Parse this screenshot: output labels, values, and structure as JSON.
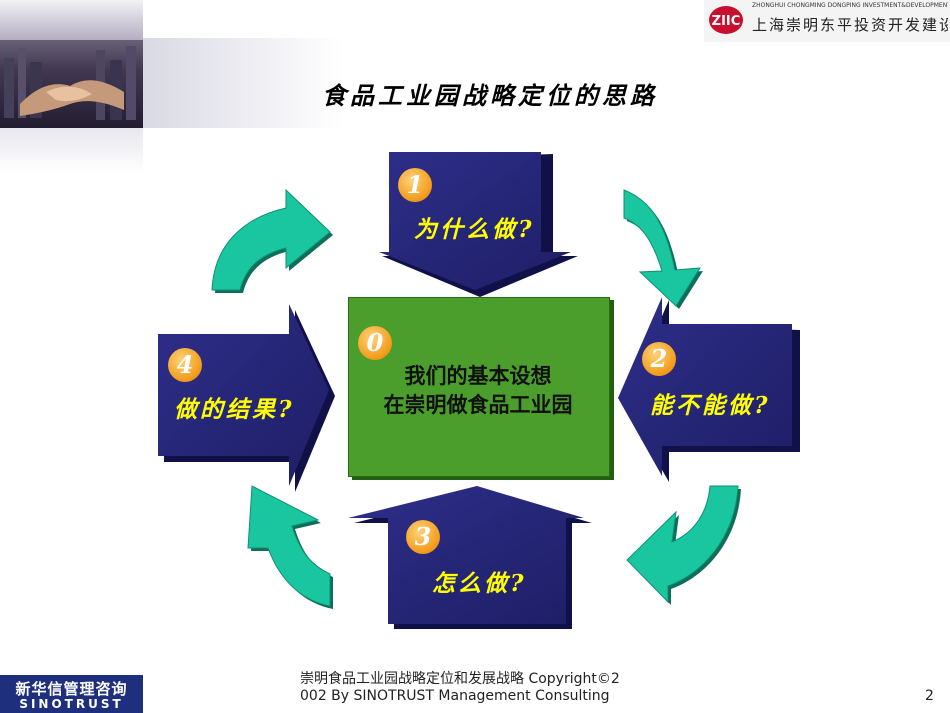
{
  "slide": {
    "title": "食品工业园战略定位的思路",
    "page_number": "2"
  },
  "header": {
    "logo_mark": "ZIIC",
    "logo_english": "ZHONGHUI CHONGMING DONGPING INVESTMENT&DEVELOPMENT CO.,LTD",
    "logo_chinese": "上海崇明东平投资开发建设公司"
  },
  "center": {
    "number": "0",
    "line1": "我们的基本设想",
    "line2": "在崇明做食品工业园"
  },
  "steps": [
    {
      "number": "1",
      "label": "为什么做?"
    },
    {
      "number": "2",
      "label": "能不能做?"
    },
    {
      "number": "3",
      "label": "怎么做?"
    },
    {
      "number": "4",
      "label": "做的结果?"
    }
  ],
  "footer": {
    "logo_chinese": "新华信管理咨询",
    "logo_english": "SINOTRUST",
    "copyright_line1": "崇明食品工业园战略定位和发展战略 Copyright©2",
    "copyright_line2": "002 By SINOTRUST Management Consulting"
  },
  "colors": {
    "arrow_navy": "#25257a",
    "arrow_teal": "#19c6a0",
    "center_green": "#4c9e2c",
    "label_yellow": "#ffff00",
    "badge_orange": "#f29a18"
  }
}
